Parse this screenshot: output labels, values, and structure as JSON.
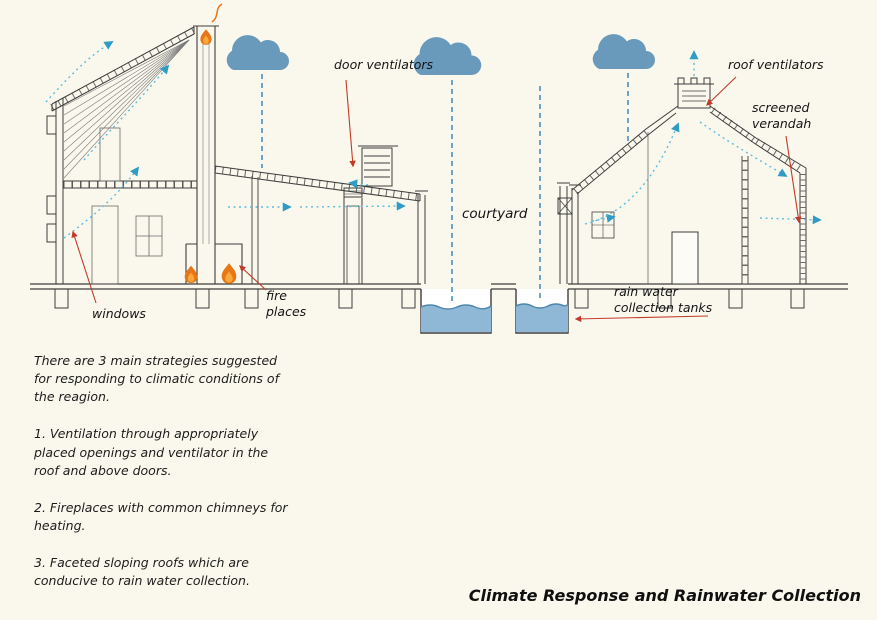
{
  "page": {
    "background": "#FAF8ED"
  },
  "diagram": {
    "labels": {
      "door_ventilators": "door ventilators",
      "roof_ventilators": "roof ventilators",
      "screened_verandah_line1": "screened",
      "screened_verandah_line2": "verandah",
      "courtyard": "courtyard",
      "windows": "windows",
      "fire_places_line1": "fire",
      "fire_places_line2": "places",
      "rain_water_line1": "rain water",
      "rain_water_line2": "collection tanks"
    },
    "colors": {
      "drawing_line": "#3d3d3d",
      "leader_red": "#c23b2a",
      "cloud_blue": "#6a9abb",
      "rain_blue": "#4a90c2",
      "airflow_cyan": "#5fbbdf",
      "water_fill": "#8fb8d6",
      "flame_orange": "#e87617"
    }
  },
  "notes": {
    "intro": "There are 3 main strategies suggested for responding to climatic conditions of the reagion.",
    "items": [
      "1. Ventilation through appropriately placed openings and ventilator in the roof and above doors.",
      "2. Fireplaces with common chimneys for heating.",
      "3. Faceted sloping roofs which are conducive to rain water collection."
    ]
  },
  "title": "Climate Response and Rainwater Collection"
}
